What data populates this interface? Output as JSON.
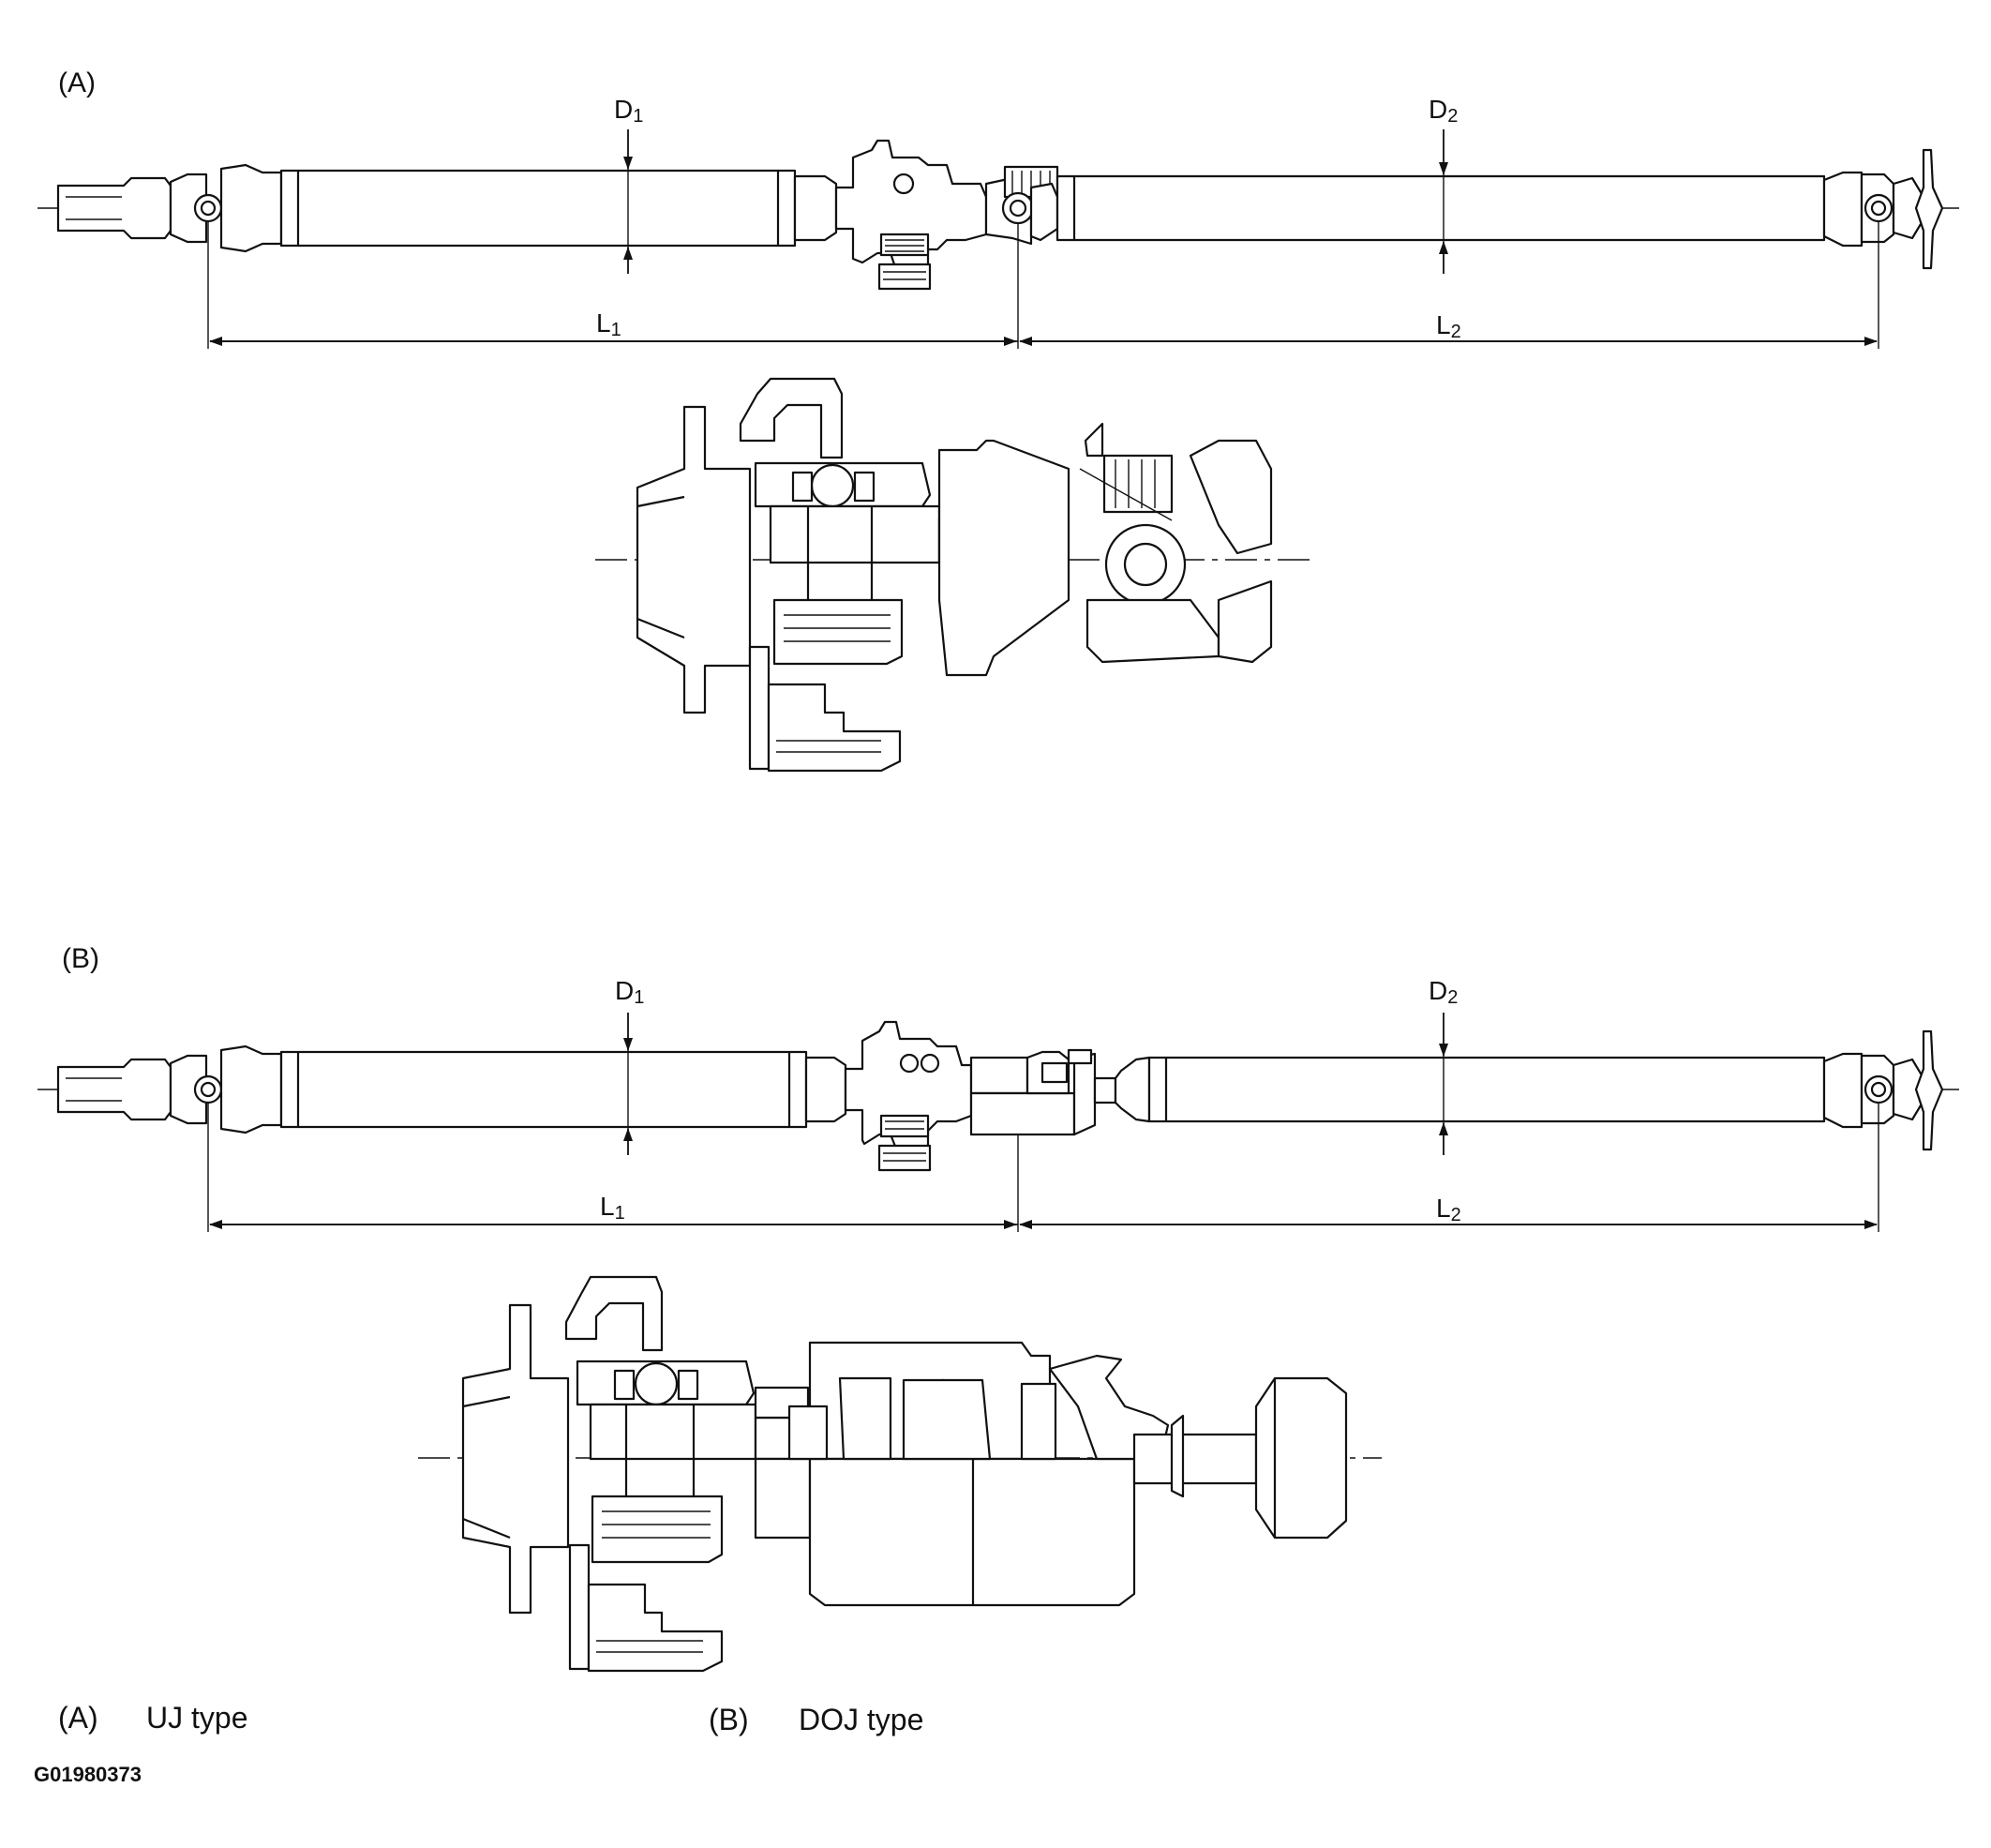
{
  "figure": {
    "panel_a_tag": "(A)",
    "panel_b_tag": "(B)",
    "dim_d1": "D",
    "dim_d1_sub": "1",
    "dim_d2": "D",
    "dim_d2_sub": "2",
    "dim_l1": "L",
    "dim_l1_sub": "1",
    "dim_l2": "L",
    "dim_l2_sub": "2"
  },
  "legend": {
    "a_key": "(A)",
    "a_text": "UJ type",
    "b_key": "(B)",
    "b_text": "DOJ type"
  },
  "code": "G01980373"
}
